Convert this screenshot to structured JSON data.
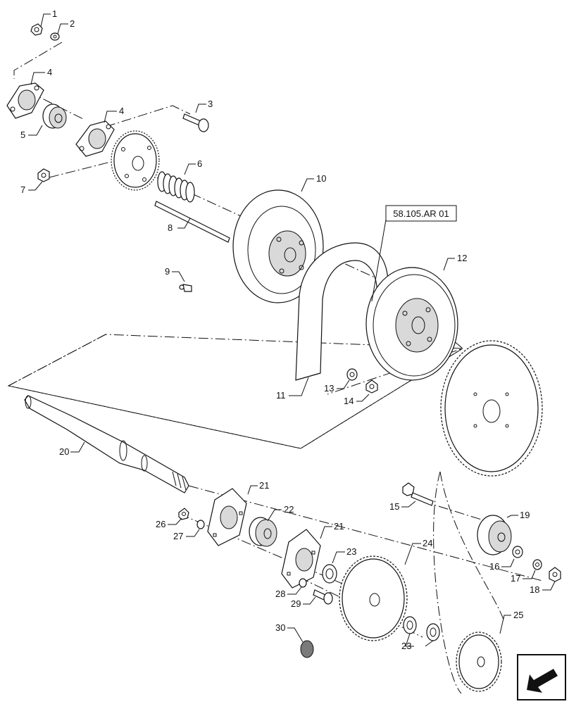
{
  "diagram": {
    "reference": "58.105.AR 01",
    "callouts": [
      {
        "id": "c1",
        "text": "1"
      },
      {
        "id": "c2",
        "text": "2"
      },
      {
        "id": "c3",
        "text": "3"
      },
      {
        "id": "c4a",
        "text": "4"
      },
      {
        "id": "c4b",
        "text": "4"
      },
      {
        "id": "c5",
        "text": "5"
      },
      {
        "id": "c6",
        "text": "6"
      },
      {
        "id": "c7",
        "text": "7"
      },
      {
        "id": "c8",
        "text": "8"
      },
      {
        "id": "c9",
        "text": "9"
      },
      {
        "id": "c10",
        "text": "10"
      },
      {
        "id": "c11",
        "text": "11"
      },
      {
        "id": "c12",
        "text": "12"
      },
      {
        "id": "c13",
        "text": "13"
      },
      {
        "id": "c14",
        "text": "14"
      },
      {
        "id": "c15",
        "text": "15"
      },
      {
        "id": "c16",
        "text": "16"
      },
      {
        "id": "c17",
        "text": "17"
      },
      {
        "id": "c18",
        "text": "18"
      },
      {
        "id": "c19",
        "text": "19"
      },
      {
        "id": "c20",
        "text": "20"
      },
      {
        "id": "c21a",
        "text": "21"
      },
      {
        "id": "c21b",
        "text": "21"
      },
      {
        "id": "c22",
        "text": "22"
      },
      {
        "id": "c23a",
        "text": "23"
      },
      {
        "id": "c23b",
        "text": "23"
      },
      {
        "id": "c24",
        "text": "24"
      },
      {
        "id": "c25",
        "text": "25"
      },
      {
        "id": "c26",
        "text": "26"
      },
      {
        "id": "c27",
        "text": "27"
      },
      {
        "id": "c28",
        "text": "28"
      },
      {
        "id": "c29",
        "text": "29"
      },
      {
        "id": "c30",
        "text": "30"
      }
    ]
  },
  "nav": {
    "icon": "arrow-down-left-icon"
  }
}
